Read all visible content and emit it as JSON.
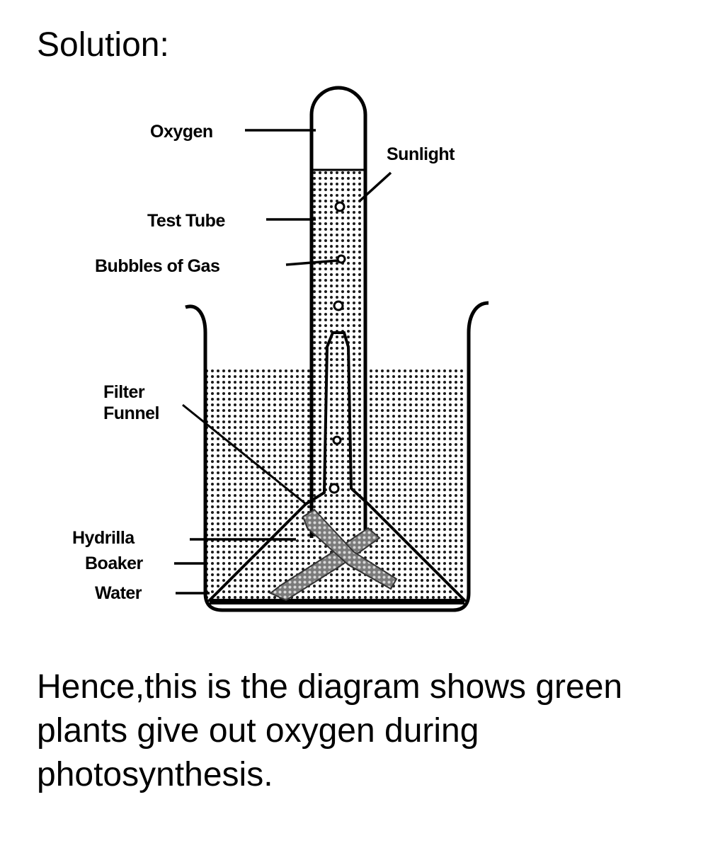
{
  "heading": "Solution:",
  "labels": {
    "oxygen": "Oxygen",
    "sunlight": "Sunlight",
    "test_tube": "Test Tube",
    "bubbles": "Bubbles of Gas",
    "filter_line1": "Filter",
    "filter_line2": "Funnel",
    "hydrilla": "Hydrilla",
    "beaker": "Boaker",
    "water": "Water"
  },
  "caption": "Hence,this is the diagram shows green plants give out oxygen during photosynthesis."
}
